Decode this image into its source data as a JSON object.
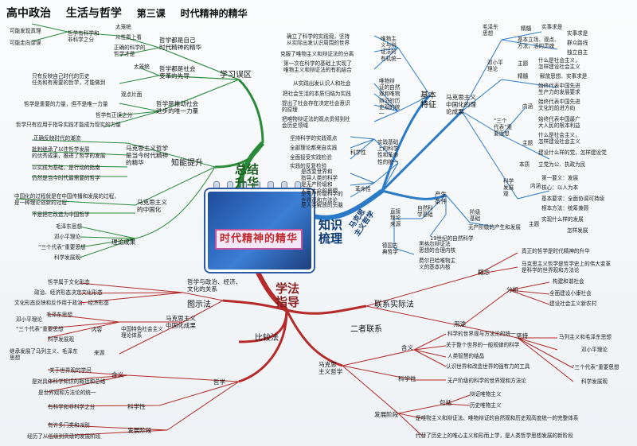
{
  "header": {
    "subject": "高中政治",
    "book": "生活与哲学",
    "lesson": "第三课",
    "lesson_title": "时代精神的精华"
  },
  "center": {
    "label": "时代精神的精华"
  },
  "branches": {
    "xuexi": "学习误区",
    "zongjie": "总结\n升华",
    "zhishi": "知识\n梳理",
    "xuefa": "学法\n指导",
    "makesi": "马克思\n主义哲学"
  },
  "left_top": {
    "sub1": "哲学都是自己\n时代精神的精华",
    "sub1_a": "从性质上看",
    "sub1_b": "正确的科学的\n哲学才是",
    "sub1_c": "太笼统",
    "sub1_d": "哲学有科学和\n非科学之分",
    "sub1_e": "可能发现真理",
    "sub1_f": "可能走向谬误",
    "sub2": "哲学都是社会\n变革的先导",
    "sub2_a": "太笼统",
    "sub2_b": "只有反映自己时代的历史\n任务和有需要的哲学，才能做到",
    "sub3": "哲学是推动社会\n进步的唯一力量",
    "sub3_a": "观点片面",
    "sub3_b": "哲学是重要的力量，但不是唯一力量",
    "sub3_c": "哲学有正误之分",
    "sub3_d": "哲学只有应用于指导实践才能成为现实的力量"
  },
  "left_mid": {
    "up": "知能提升",
    "sub1": "马克思主义哲学\n是当今时代精神\n的精华",
    "sub1_items": [
      "正确反映时代的潮流",
      "批判继承了以往哲学发展\n的优秀成果，推进了哲学的发展",
      "以实践为基础，是行动的指南",
      "仍然是当今时代最需要的哲学"
    ],
    "sub2": "马克思主义\n的中国化",
    "sub2_items": [
      "中国化的过程就是在中国传播和发展的过程，\n是一种理论创新的过程",
      "不是把它改造为中国哲学"
    ],
    "theory": "理论成果",
    "theory_items": [
      "毛泽东思想",
      "邓小平理论",
      "“三个代表”重要思想",
      "科学发展观"
    ]
  },
  "left_bottom": {
    "tushi": "图示法",
    "rel": "哲学与政治、经济、\n文化的关系",
    "rel_items": [
      "哲学属于文化形态",
      "政治、经济形态决定文化形态",
      "文化形态反映和反作用于政治、经济形态"
    ],
    "zhongguo": "马克思主义\n中国化成果",
    "zg_left": [
      "毛泽东思想",
      "邓小平理论",
      "“三个代表”重要思想",
      "科学发展观"
    ],
    "neirong": "内容",
    "laiyuan": "来源",
    "zg_mid": "中国特色社会主义\n理论体系",
    "zg_src": "继承发展了马列主义、毛泽东\n思想",
    "bijiao": "比较法",
    "erzhe": "二者联系",
    "zhexue": "哲学",
    "hanyi": "含义",
    "hanyi_items": [
      "关于世界观的学问",
      "是对具体科学知识的概括和总结",
      "是世界观和方法论的统一"
    ],
    "kexue": "科学性",
    "kexue_item": "有科学和非科学之分",
    "fazhan": "发展阶段",
    "fazhan_items": [
      "有许多门类和派别",
      "经历了从低级到高级的发展阶段"
    ]
  },
  "right_bottom": {
    "lianxi": "联系实际法",
    "gainian": "概念",
    "gainian_items": [
      "真正的哲学是时代精神的升华",
      "马克思主义哲学是哲学史上的伟大变革\n是科学的世界观和方法论"
    ],
    "yongtu": "用途",
    "fenxi": "分析",
    "fenxi_items": [
      "构建和谐社会",
      "全面建设小康社会",
      "建设社会主义新农村"
    ],
    "jianchi": "坚持",
    "jianchi_items": [
      "马列主义和毛泽东思想",
      "邓小平理论",
      "“三个代表”重要思想",
      "科学发展观"
    ],
    "mk": "马克思\n主义哲学",
    "mk_hanyi": "含义",
    "mk_hanyi_items": [
      "科学的世界观与方法论的统一",
      "关于整个世界的一般规律的科学",
      "人类智慧的结晶",
      "认识世界和改造世界的强有力的工具"
    ],
    "mk_kexue": "科学性",
    "mk_kexue_item": "无产阶级的科学的世界观和方法论",
    "mk_fazhan": "发展阶段",
    "baokuo": "包括",
    "baokuo_items": [
      "辩证唯物主义",
      "历史唯物主义"
    ],
    "mk_fazhan_items": [
      "是唯物主义和辩证法、唯物辩证的自然观和历史观高度统一的完整体系",
      "代替了历史上的唯心主义和形而上学，是人类哲学思想发展的新阶段"
    ]
  },
  "right_top": {
    "jiben": "基本\n特征",
    "wei1": "唯物主\n义与辩\n证法的\n有机统一",
    "wei1_items": [
      "确立了科学的实践观，坚持\n从实际出发认识周围的世界",
      "克服了唯物主义和辩证法的分离",
      "第一次在科学的基础上实现了\n唯物主义和辩证法的有机结合"
    ],
    "wei2": "唯物辩\n证的自然\n观和唯物\n辩证的历\n史观的统\n一",
    "wei2_items": [
      "从实践出发认识人和社会",
      "把社会生活的本质归结为实践",
      "提出了社会存在决定社会意识\n的原理",
      "把唯物辩证法的观点贯彻到社\n会历史领域"
    ],
    "kexue": "科学性",
    "kexue_items": [
      "坚持科学的实践观点",
      "全部理论都来自实践",
      "全面接受实践检验",
      "实践的反复检验"
    ],
    "shijian": "实践基础\n上的科学\n性和革命\n性的统一",
    "geming": "革命性",
    "geming_items": [
      "是改变世界和\n指导人类的科学",
      "是无产阶级和\n人民大众的思想",
      "是无产阶级科学的\n世界观和方法论",
      "是人类解放的头脑"
    ],
    "chansheng": "产生\n条件",
    "jieji": "阶级\n基础",
    "jieji_item": "无产阶级的产生和发展",
    "ziran": "自然科\n学基础",
    "ziran_item": "19世纪的自然科学",
    "zhijie": "直接\n理论\n来源",
    "deguo": "德国古\n典哲学",
    "deguo_items": [
      "黑格尔辩证法\n思想的合理内核",
      "费尔巴哈唯物主\n义的基本内核"
    ],
    "mkzy": "马克思主义\n中国化的理\n论成果",
    "mzd": "毛泽东\n思想",
    "mzd_items": [
      "精髓",
      "实事求是",
      "基本立场、观点、\n方法，活的灵魂",
      "实事求是",
      "群众路线",
      "独立自主"
    ],
    "dxp": "邓小平\n理论",
    "zhuti": "主题",
    "zhuti_item": "什么是社会主义，\n怎样建设社会主义",
    "jingsui": "精髓",
    "jingsui_item": "解放思想、实事求是",
    "sange": "“三个\n代表”重\n要思想",
    "neihan": "内涵",
    "neihan_items": [
      "始终代表中国先进\n生产力的发展要求",
      "始终代表中国先进\n文化的前进方向",
      "始终代表中国最广\n大人民的根本利益"
    ],
    "zhuti2": "主题",
    "zhuti2_items": [
      "什么是社会主义，\n怎样建设社会主义",
      "建设什么样的党，怎样建设党"
    ],
    "benzhi": "本质",
    "benzhi_item": "立党为公、执政为民",
    "fzg": "科学\n发展\n观",
    "fzg_items": [
      "第一要义：发展",
      "核心：以人为本",
      "基本要求：全面协调可持续",
      "根本方法：统筹兼顾"
    ],
    "fzg_neihan": "内涵",
    "fzg_zhuti": "主题",
    "fzg_zhuti_items": [
      "实现什么样的发展",
      "怎样发展"
    ]
  }
}
